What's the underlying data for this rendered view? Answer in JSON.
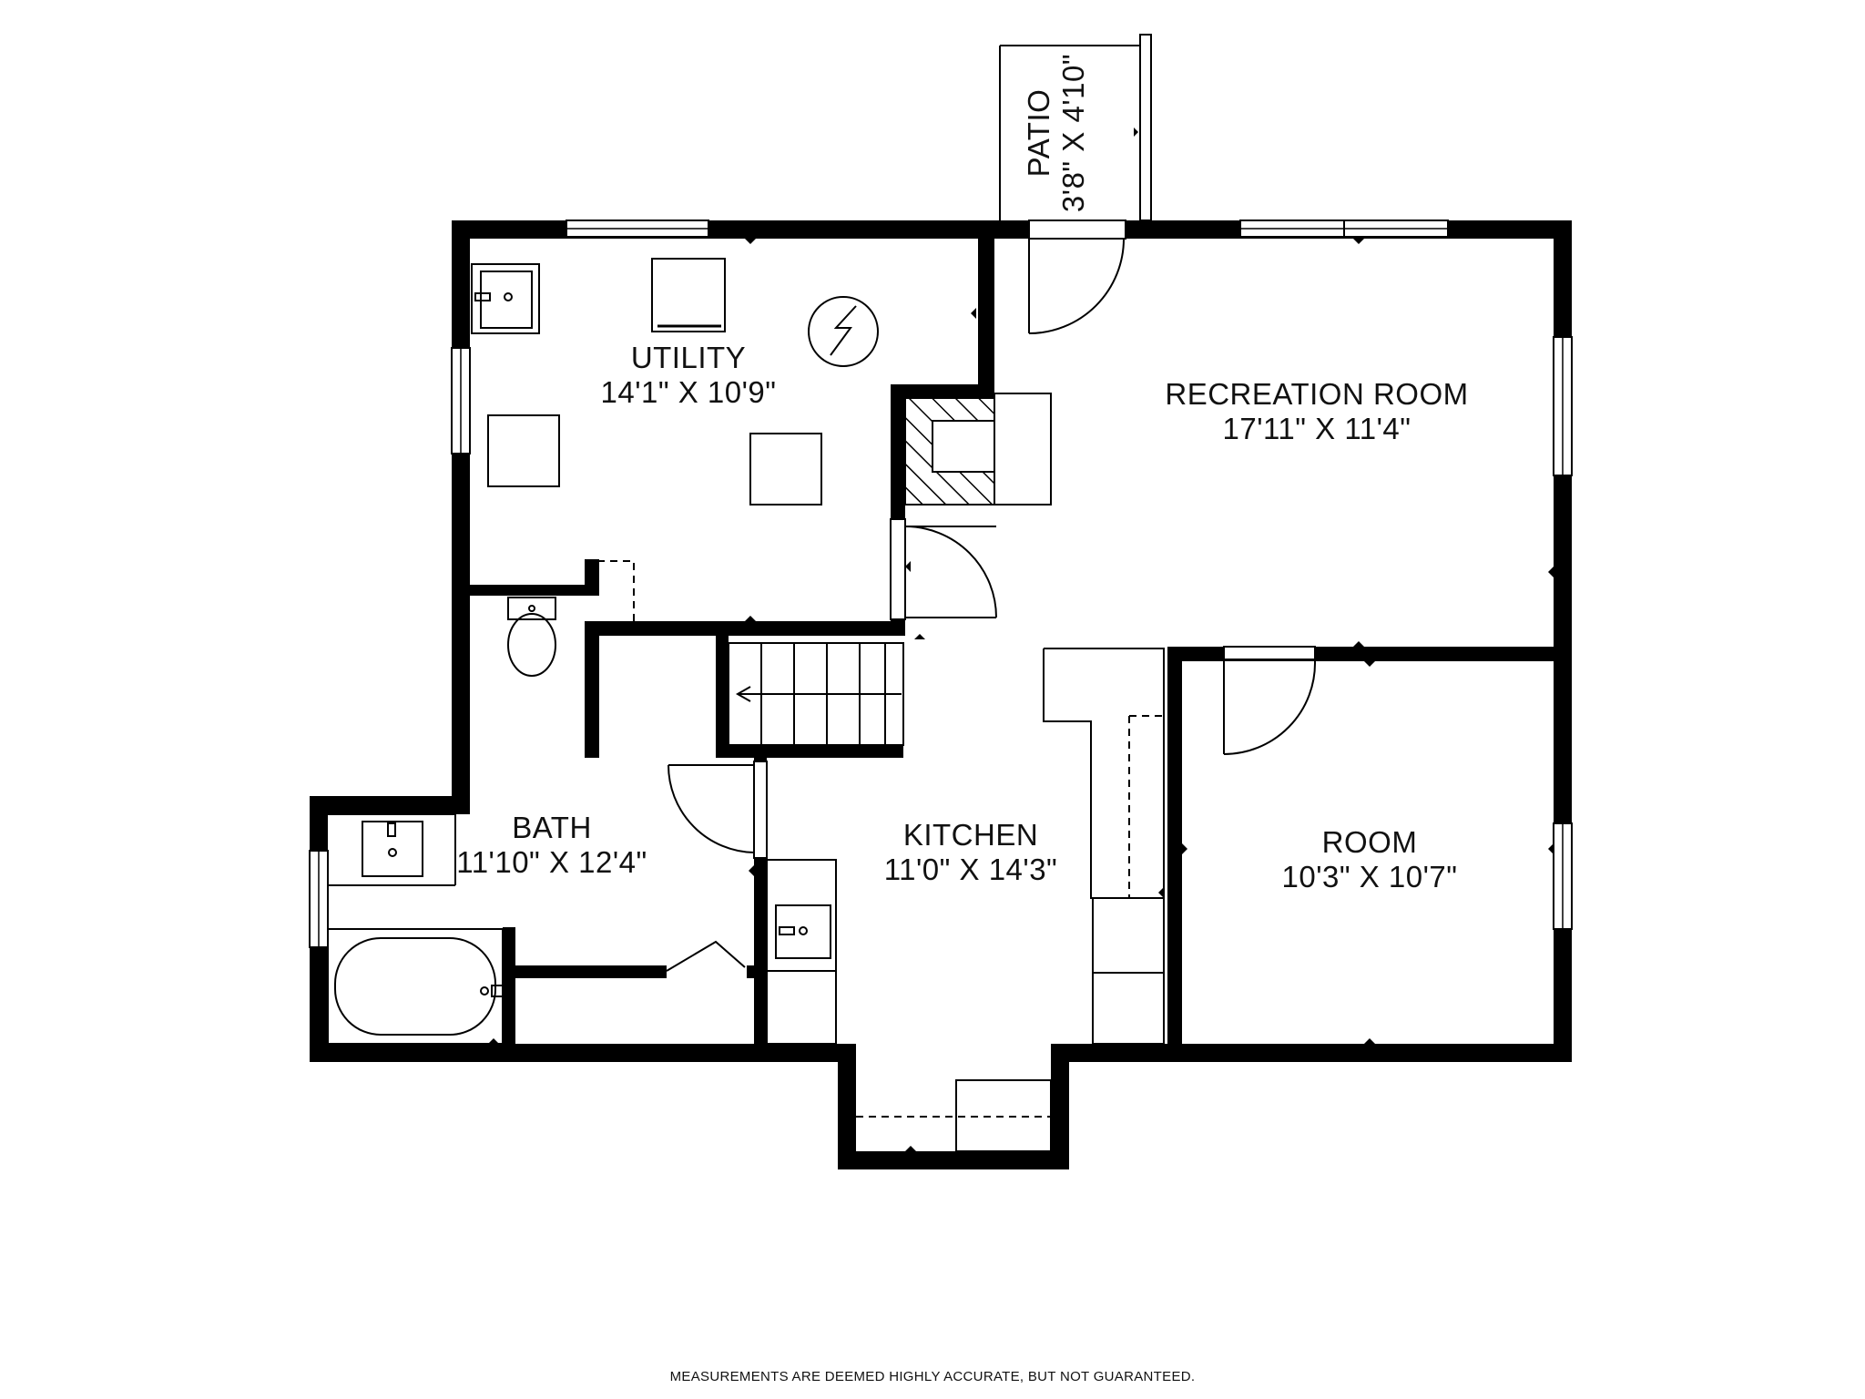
{
  "rooms": {
    "utility": {
      "name": "UTILITY",
      "dims": "14'1\" X 10'9\""
    },
    "recreation": {
      "name": "RECREATION ROOM",
      "dims": "17'11\" X 11'4\""
    },
    "patio": {
      "name": "PATIO",
      "dims": "3'8\" X 4'10\""
    },
    "bath": {
      "name": "BATH",
      "dims": "11'10\" X 12'4\""
    },
    "kitchen": {
      "name": "KITCHEN",
      "dims": "11'0\" X 14'3\""
    },
    "room": {
      "name": "ROOM",
      "dims": "10'3\" X 10'7\""
    }
  },
  "disclaimer": "MEASUREMENTS ARE DEEMED HIGHLY ACCURATE, BUT NOT GUARANTEED.",
  "colors": {
    "wall": "#000000",
    "background": "#ffffff"
  }
}
